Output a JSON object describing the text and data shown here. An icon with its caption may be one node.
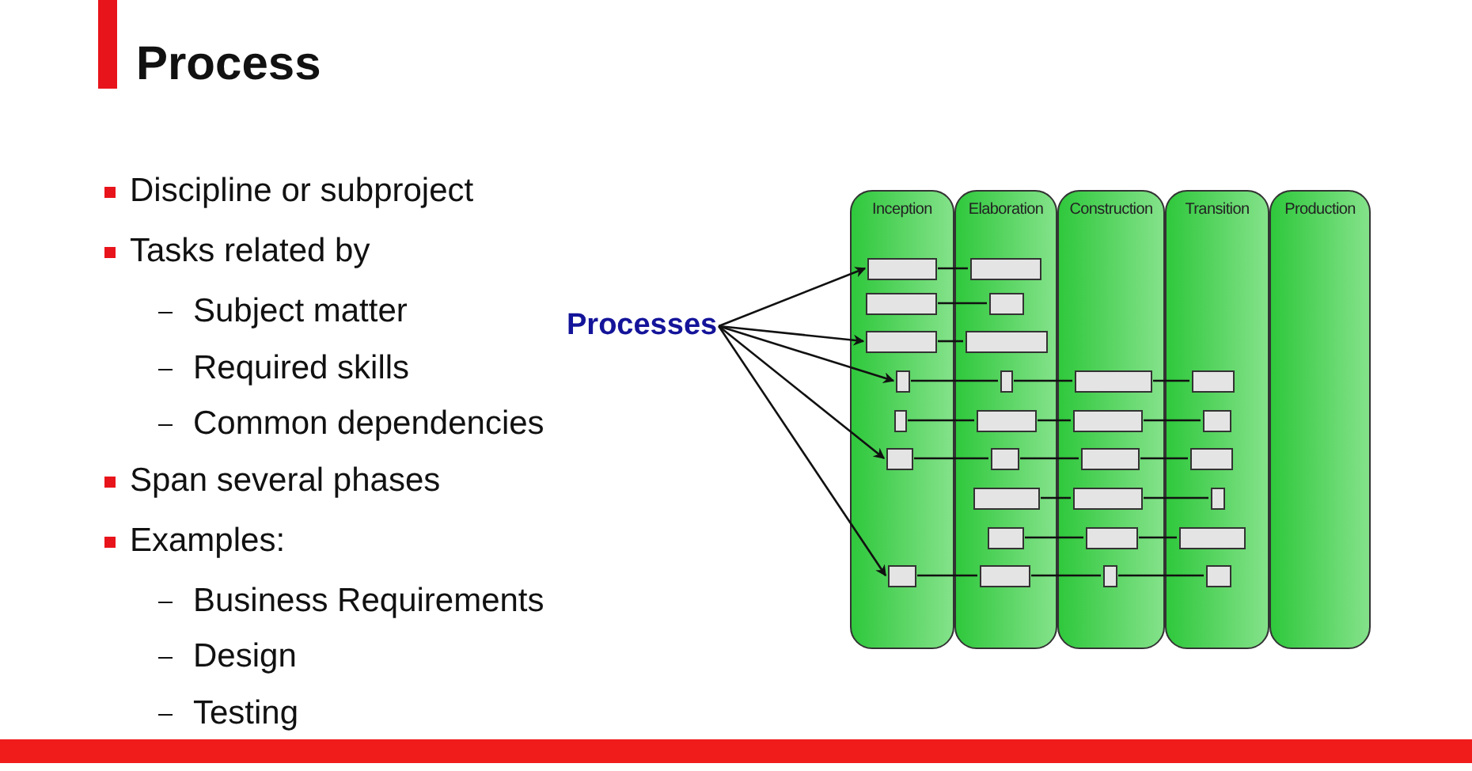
{
  "diagram": {
    "title": "Process",
    "nodes": [
      {
        "text": [
          "Processes"
        ]
      },
      {
        "text": [
          "Inception"
        ]
      },
      {
        "text": [
          "Elaboration"
        ]
      },
      {
        "text": [
          "Construction"
        ]
      },
      {
        "text": [
          "Transition"
        ]
      },
      {
        "text": [
          "Production"
        ]
      },
      {
        "text": [],
        "shape": "bar",
        "in": 1
      },
      {
        "text": [],
        "shape": "bar",
        "in": 2
      },
      {
        "text": [],
        "shape": "bar",
        "in": 1
      },
      {
        "text": [],
        "shape": "bar",
        "in": 2
      },
      {
        "text": [],
        "shape": "bar",
        "in": 1
      },
      {
        "text": [],
        "shape": "bar",
        "in": 2
      },
      {
        "text": [],
        "shape": "bar",
        "in": 1
      },
      {
        "text": [],
        "shape": "bar",
        "in": 2
      },
      {
        "text": [],
        "shape": "bar",
        "in": 3
      },
      {
        "text": [],
        "shape": "bar",
        "in": 4
      },
      {
        "text": [],
        "shape": "bar",
        "in": 1
      },
      {
        "text": [],
        "shape": "bar",
        "in": 2
      },
      {
        "text": [],
        "shape": "bar",
        "in": 3
      },
      {
        "text": [],
        "shape": "bar",
        "in": 4
      },
      {
        "text": [],
        "shape": "bar",
        "in": 1
      },
      {
        "text": [],
        "shape": "bar",
        "in": 2
      },
      {
        "text": [],
        "shape": "bar",
        "in": 3
      },
      {
        "text": [],
        "shape": "bar",
        "in": 4
      },
      {
        "text": [],
        "shape": "bar",
        "in": 2
      },
      {
        "text": [],
        "shape": "bar",
        "in": 3
      },
      {
        "text": [],
        "shape": "bar",
        "in": 4
      },
      {
        "text": [],
        "shape": "bar",
        "in": 2
      },
      {
        "text": [],
        "shape": "bar",
        "in": 3
      },
      {
        "text": [],
        "shape": "bar",
        "in": 4
      },
      {
        "text": [],
        "shape": "bar",
        "in": 1
      },
      {
        "text": [],
        "shape": "bar",
        "in": 2
      },
      {
        "text": [],
        "shape": "bar",
        "in": 3
      },
      {
        "text": [],
        "shape": "bar",
        "in": 4
      }
    ],
    "edges": [
      {
        "from": 0,
        "to": 6,
        "arrow": "to"
      },
      {
        "from": 0,
        "to": 10,
        "arrow": "to"
      },
      {
        "from": 0,
        "to": 12,
        "arrow": "to"
      },
      {
        "from": 0,
        "to": 20,
        "arrow": "to"
      },
      {
        "from": 0,
        "to": 30,
        "arrow": "to"
      },
      {
        "from": 6,
        "to": 7,
        "arrow": "none"
      },
      {
        "from": 8,
        "to": 9,
        "arrow": "none"
      },
      {
        "from": 10,
        "to": 11,
        "arrow": "none"
      },
      {
        "from": 12,
        "to": 13,
        "arrow": "none"
      },
      {
        "from": 13,
        "to": 14,
        "arrow": "none"
      },
      {
        "from": 14,
        "to": 15,
        "arrow": "none"
      },
      {
        "from": 16,
        "to": 17,
        "arrow": "none"
      },
      {
        "from": 17,
        "to": 18,
        "arrow": "none"
      },
      {
        "from": 18,
        "to": 19,
        "arrow": "none"
      },
      {
        "from": 20,
        "to": 21,
        "arrow": "none"
      },
      {
        "from": 21,
        "to": 22,
        "arrow": "none"
      },
      {
        "from": 22,
        "to": 23,
        "arrow": "none"
      },
      {
        "from": 24,
        "to": 25,
        "arrow": "none"
      },
      {
        "from": 25,
        "to": 26,
        "arrow": "none"
      },
      {
        "from": 27,
        "to": 28,
        "arrow": "none"
      },
      {
        "from": 28,
        "to": 29,
        "arrow": "none"
      },
      {
        "from": 30,
        "to": 31,
        "arrow": "none"
      },
      {
        "from": 31,
        "to": 32,
        "arrow": "none"
      },
      {
        "from": 32,
        "to": 33,
        "arrow": "none"
      }
    ],
    "labels": [
      "Discipline or subproject",
      "Tasks related by",
      "Subject matter",
      "Required skills",
      "Common dependencies",
      "Span several phases",
      "Examples:",
      "Business Requirements",
      "Design",
      "Testing"
    ]
  }
}
